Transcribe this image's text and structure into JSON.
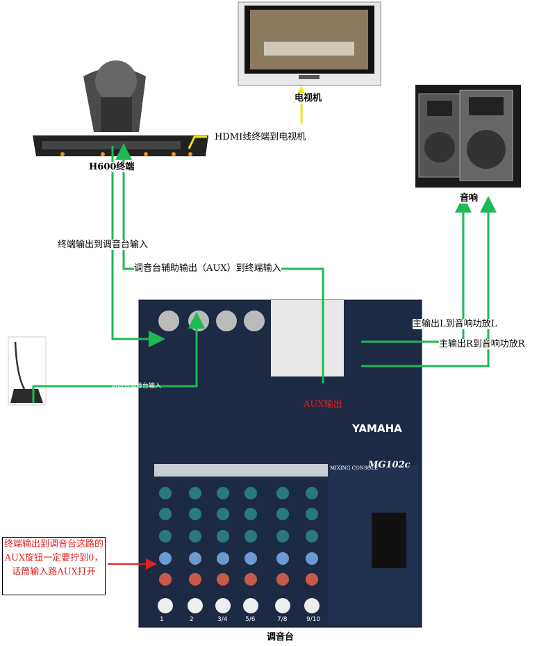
{
  "devices": {
    "tv": "电视机",
    "terminal": "H600终端",
    "speakers": "音响",
    "mixer": "调音台",
    "mixer_brand": "YAMAHA",
    "mixer_model": "MG102c",
    "mixer_type": "MIXING CONSOLE"
  },
  "connections": {
    "hdmi": "HDMI线终端到电视机",
    "terminal_out": "终端输出到调音台输入",
    "aux_to_terminal": "调音台辅助输出（AUX）到终端输入",
    "mic_in": "话筒到调音台输入",
    "main_l": "主输出L到音响功放L",
    "main_r": "主输出R到音响功放R",
    "aux_out": "AUX输出"
  },
  "note": "终端输出到调音台这路的AUX旋钮一定要拧到0，话筒输入路AUX打开",
  "channels": [
    "1",
    "2",
    "3/4",
    "5/6",
    "7/8",
    "9/10"
  ],
  "colors": {
    "line": "#1db954",
    "hdmi": "#f2e600",
    "note": "#e02020",
    "mixer": "#1d2a44"
  }
}
